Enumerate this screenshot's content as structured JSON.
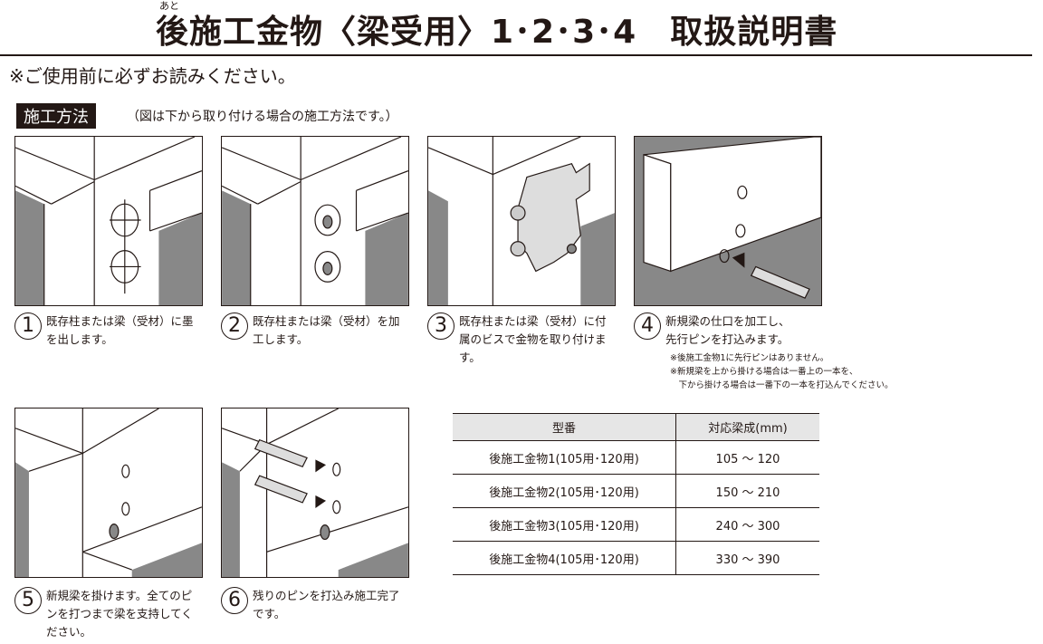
{
  "header": {
    "ruby": "あと",
    "title": "後施工金物〈梁受用〉1･2･3･4　取扱説明書",
    "note": "※ご使用前に必ずお読みください。"
  },
  "section": {
    "label": "施工方法",
    "note": "（図は下から取り付ける場合の施工方法です。）"
  },
  "steps": [
    {
      "num": "1",
      "text": "既存柱または梁（受材）に墨を出します。"
    },
    {
      "num": "2",
      "text": "既存柱または梁（受材）を加工します。"
    },
    {
      "num": "3",
      "text": "既存柱または梁（受材）に付属のビスで金物を取り付けます。"
    },
    {
      "num": "4",
      "text": "新規梁の仕口を加工し、先行ピンを打込みます。"
    },
    {
      "num": "5",
      "text": "新規梁を掛けます。全てのピンを打つまで梁を支持してください。"
    },
    {
      "num": "6",
      "text": "残りのピンを打込み施工完了です。"
    }
  ],
  "step4_notes": [
    "※後施工金物1に先行ピンはありません。",
    "※新規梁を上から掛ける場合は一番上の一本を、",
    "　下から掛ける場合は一番下の一本を打込んでください。"
  ],
  "table": {
    "headers": [
      "型番",
      "対応梁成(mm)"
    ],
    "rows": [
      [
        "後施工金物1(105用･120用)",
        "105 ～ 120"
      ],
      [
        "後施工金物2(105用･120用)",
        "150 ～ 210"
      ],
      [
        "後施工金物3(105用･120用)",
        "240 ～ 300"
      ],
      [
        "後施工金物4(105用･120用)",
        "330 ～ 390"
      ]
    ]
  }
}
